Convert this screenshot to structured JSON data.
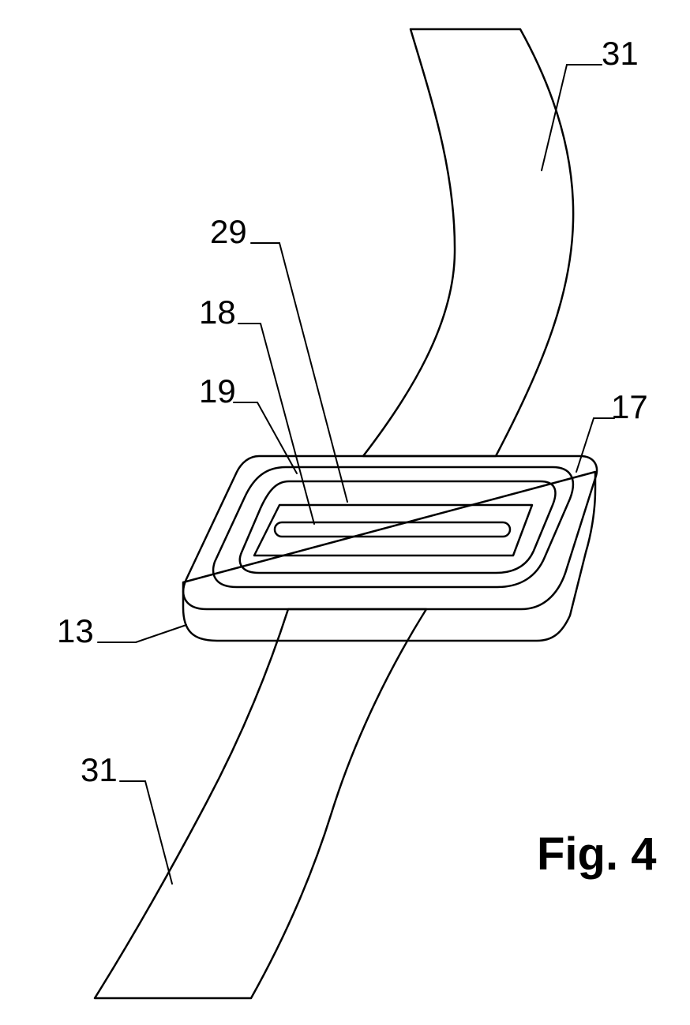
{
  "figure": {
    "caption": "Fig. 4",
    "labels": {
      "strap_top": "31",
      "strap_bottom": "31",
      "ref_29": "29",
      "ref_18": "18",
      "ref_19": "19",
      "ref_17": "17",
      "ref_13": "13"
    }
  },
  "colors": {
    "line": "#000000",
    "background": "#ffffff",
    "stipple": "#9a9a9a"
  }
}
